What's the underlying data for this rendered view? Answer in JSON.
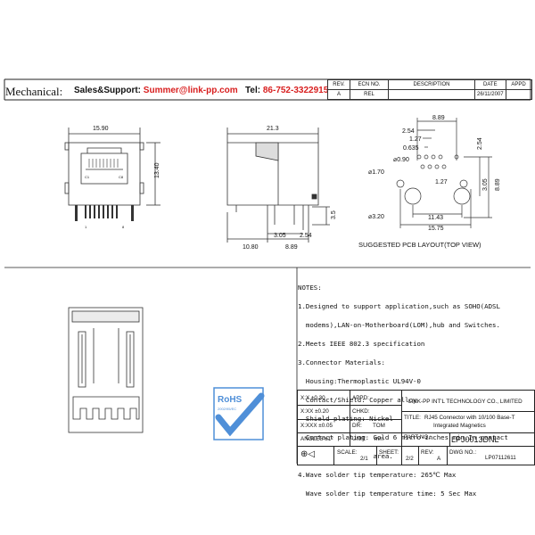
{
  "header": {
    "mechanical": "Mechanical:",
    "sales_label": "Sales&Support:",
    "sales_email": "Summer@link-pp.com",
    "tel_label": "Tel:",
    "tel_number": "86-752-3322915"
  },
  "revision_table": {
    "headers": [
      "REV.",
      "ECN NO.",
      "DESCRIPTION",
      "DATE",
      "APPD"
    ],
    "row": [
      "A",
      "REL",
      "",
      "26/11/2007",
      ""
    ]
  },
  "drawings": {
    "front": {
      "width": "15.90",
      "height": "13.40",
      "c1": "C1",
      "c8": "C8",
      "pin1": "1",
      "pin8": "8"
    },
    "side": {
      "length": "21.3",
      "d1": "3.05",
      "d2": "2.54",
      "d3": "3.5",
      "d4": "10.80",
      "d5": "8.89"
    },
    "pcb": {
      "top_889": "8.89",
      "top_254": "2.54",
      "top_127": "1.27",
      "top_0635": "0.635",
      "hole_090": "⌀0.90",
      "hole_170": "⌀1.70",
      "hole_320": "⌀3.20",
      "right_254": "2.54",
      "right_889": "8.89",
      "mid_127": "1.27",
      "mid_305": "3.05",
      "bottom_1143": "11.43",
      "bottom_1575": "15.75",
      "caption": "SUGGESTED PCB LAYOUT(TOP VIEW)"
    }
  },
  "notes": {
    "title": "NOTES:",
    "lines": [
      "1.Designed to support application,such as SOHO(ADSL",
      "  modems),LAN-on-Motherboard(LOM),hub and Switches.",
      "2.Meets IEEE 802.3 specification",
      "3.Connector Materials:",
      "  Housing:Thermoplastic UL94V-0",
      "  Contact/Shield: Copper alloy",
      "  Shield plating: Nickel",
      "  Contact plating: Gold 6 micro-inches min.In contact",
      "                   area.",
      "4.Wave solder tip temperature: 265℃ Max",
      "  Wave solder tip temperature time: 5 Sec Max"
    ]
  },
  "rohs": {
    "label": "RoHS",
    "sub": "2002/95/EC"
  },
  "title_block": {
    "tol_x": "X:X   ±0.30",
    "tol_xx": "X:XX  ±0.20",
    "tol_xxx": "X:XXX ±0.05",
    "angles": "ANGLES ±1°",
    "appd": "APPD:",
    "chkd": "CHKD:",
    "dr": "DR:",
    "dr_name": "TOM",
    "unit": "UNIT:",
    "unit_val": "mm",
    "company": "LINK-PP INT'L TECHNOLOGY CO., LIMITED",
    "title_label": "TITLE:",
    "title_line1": "RJ45 Connector with 10/100 Base-T",
    "title_line2": "Integrated Magnetics",
    "part_label": "PART NO.:",
    "part_no": "LPJ0013DNL",
    "scale_label": "SCALE:",
    "scale_val": "2/1",
    "sheet_label": "SHEET:",
    "sheet_val": "2/2",
    "rev_label": "REV:",
    "rev_val": "A",
    "dwg_label": "DWG NO.:",
    "dwg_val": "LP07112611"
  }
}
